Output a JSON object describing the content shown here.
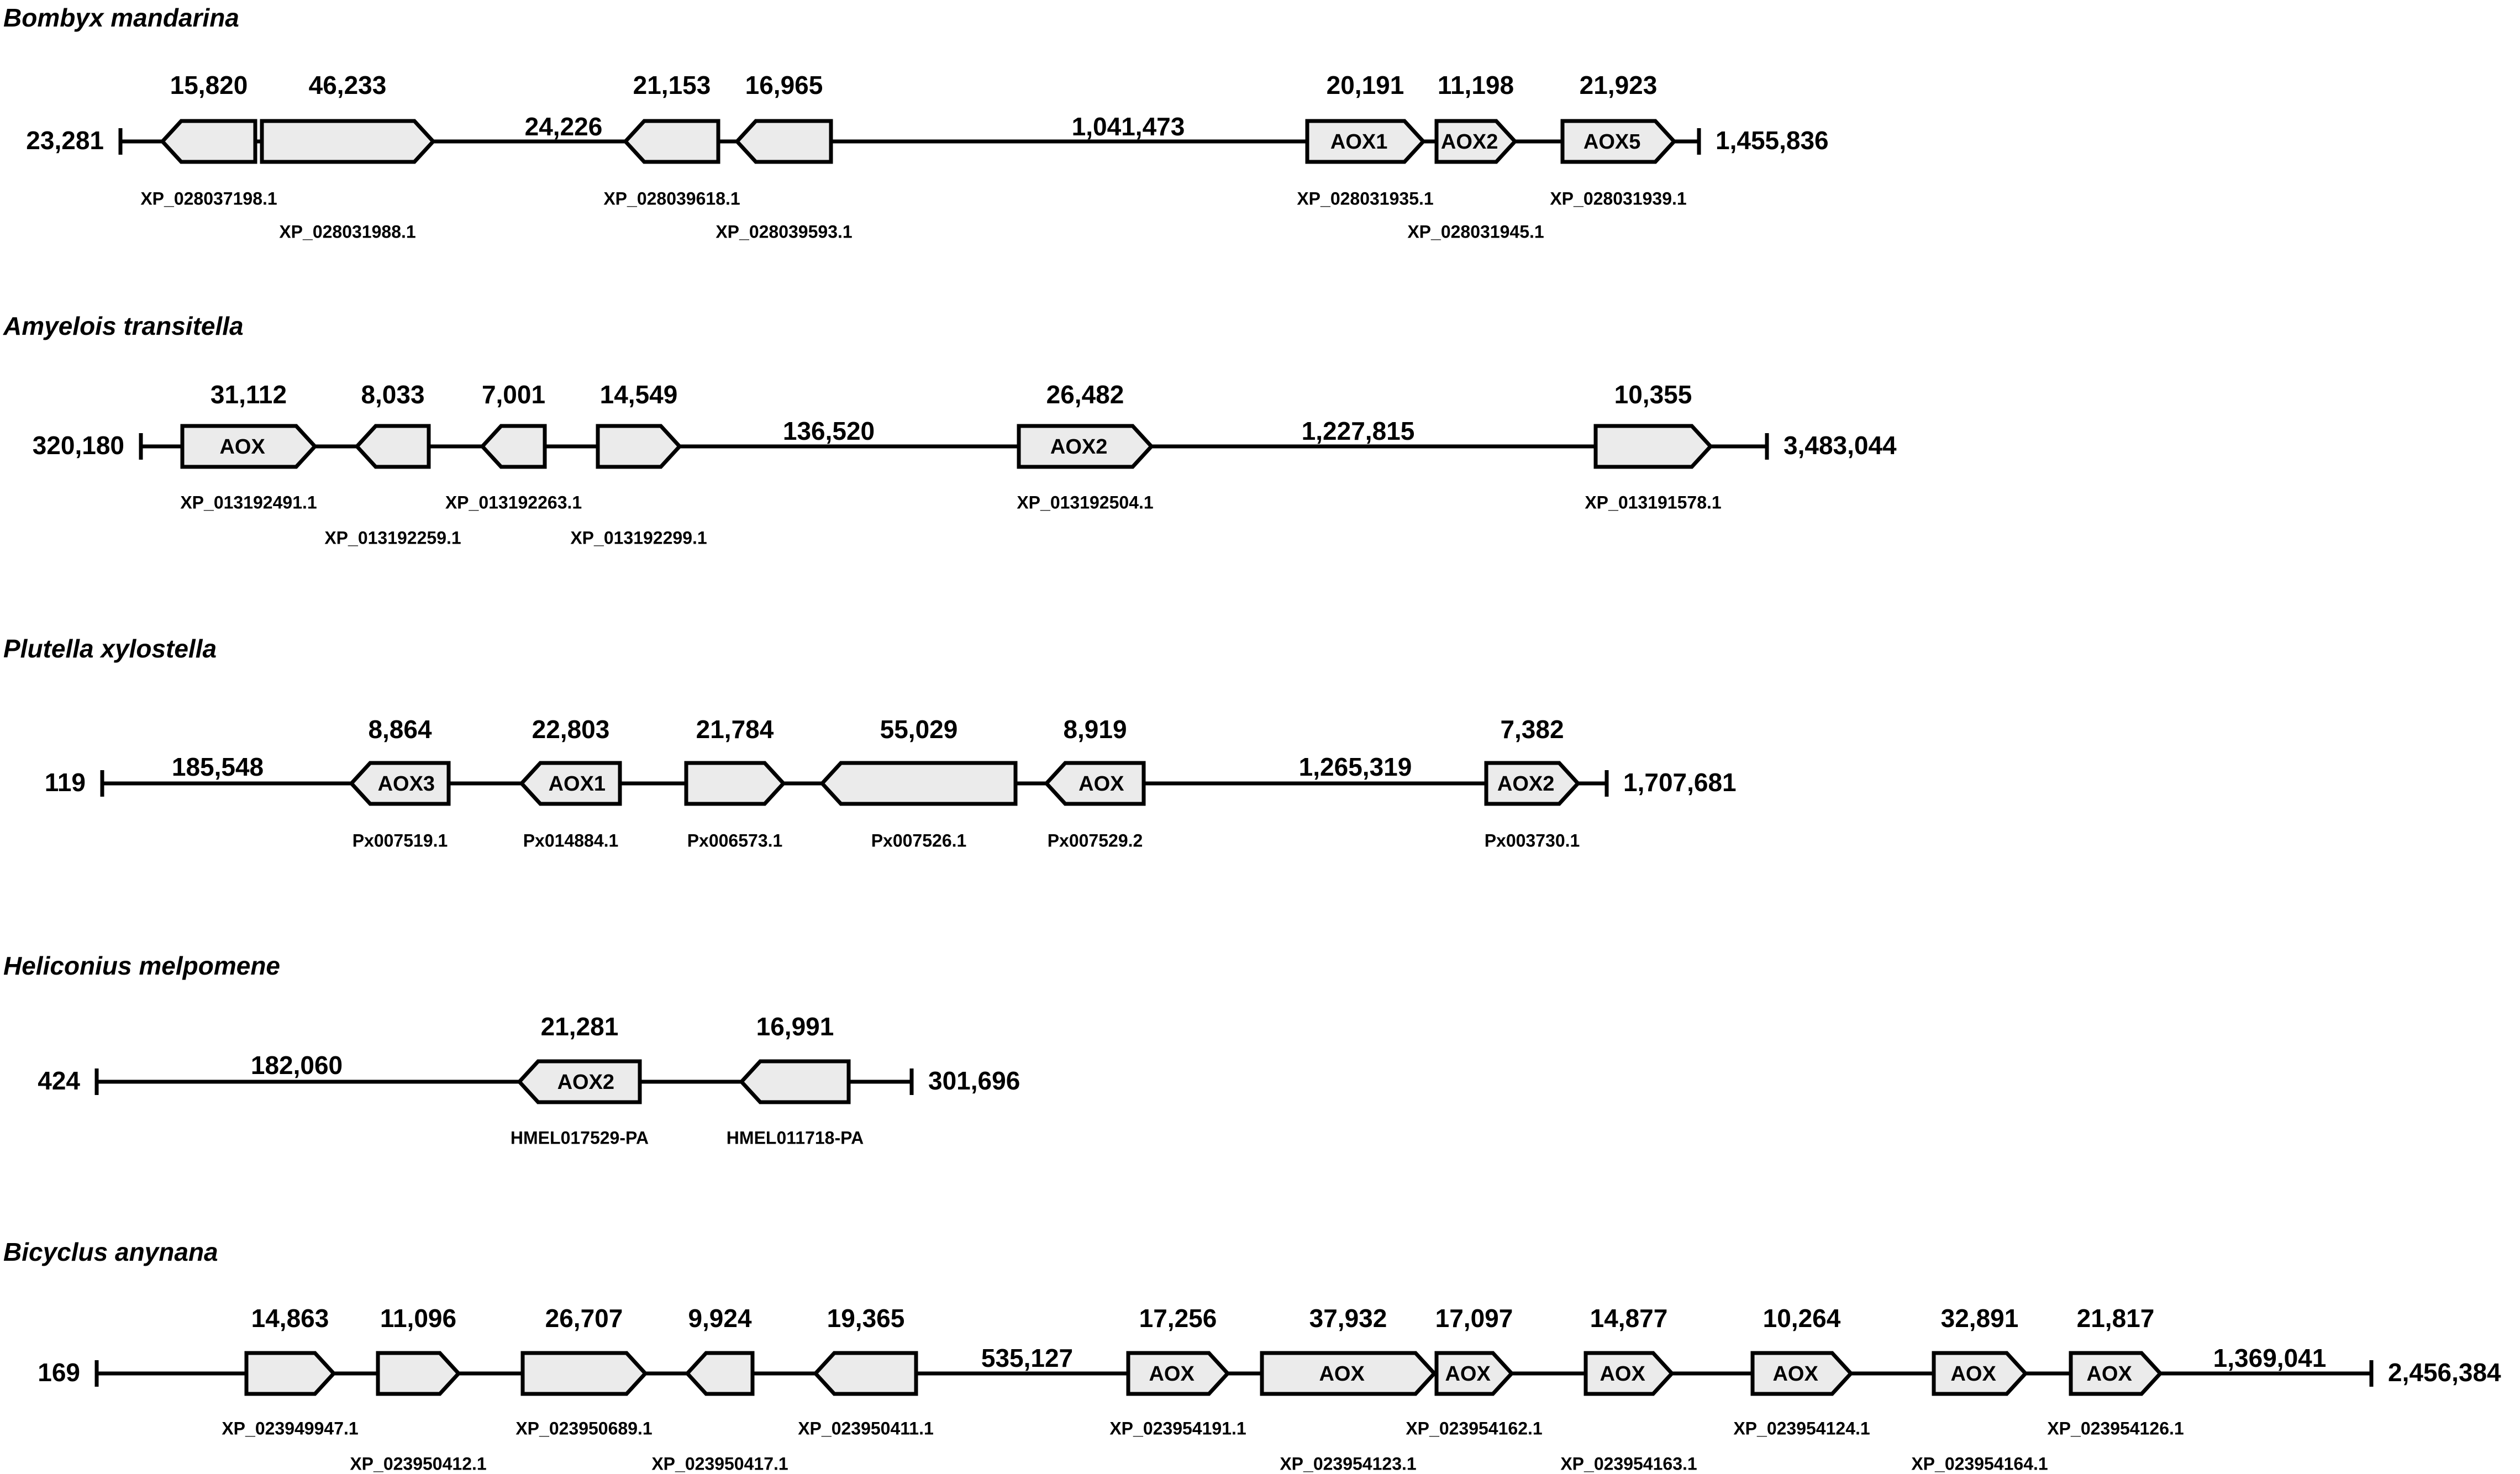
{
  "colors": {
    "gene_fill": "#ebebeb",
    "stroke": "#000000",
    "background": "#ffffff"
  },
  "tracks": [
    {
      "species": "Bombyx mandarina",
      "start": "23,281",
      "end": "1,455,836",
      "genes": [
        {
          "size": "15,820",
          "dir": "left",
          "label": "",
          "accession": "XP_028037198.1"
        },
        {
          "size": "46,233",
          "dir": "right",
          "label": "",
          "accession": "XP_028031988.1"
        },
        {
          "size": "21,153",
          "dir": "left",
          "label": "",
          "accession": "XP_028039618.1"
        },
        {
          "size": "16,965",
          "dir": "left",
          "label": "",
          "accession": "XP_028039593.1"
        },
        {
          "size": "20,191",
          "dir": "right",
          "label": "AOX1",
          "accession": "XP_028031935.1"
        },
        {
          "size": "11,198",
          "dir": "right",
          "label": "AOX2",
          "accession": "XP_028031945.1"
        },
        {
          "size": "21,923",
          "dir": "right",
          "label": "AOX5",
          "accession": "XP_028031939.1"
        }
      ],
      "gaps": [
        "24,226",
        "1,041,473"
      ]
    },
    {
      "species": "Amyelois transitella",
      "start": "320,180",
      "end": "3,483,044",
      "genes": [
        {
          "size": "31,112",
          "dir": "right",
          "label": "AOX",
          "accession": "XP_013192491.1"
        },
        {
          "size": "8,033",
          "dir": "left",
          "label": "",
          "accession": "XP_013192259.1"
        },
        {
          "size": "7,001",
          "dir": "left",
          "label": "",
          "accession": "XP_013192263.1"
        },
        {
          "size": "14,549",
          "dir": "right",
          "label": "",
          "accession": "XP_013192299.1"
        },
        {
          "size": "26,482",
          "dir": "right",
          "label": "AOX2",
          "accession": "XP_013192504.1"
        },
        {
          "size": "10,355",
          "dir": "right",
          "label": "",
          "accession": "XP_013191578.1"
        }
      ],
      "gaps": [
        "136,520",
        "1,227,815"
      ]
    },
    {
      "species": "Plutella xylostella",
      "start": "119",
      "end": "1,707,681",
      "genes": [
        {
          "size": "8,864",
          "dir": "left",
          "label": "AOX3",
          "accession": "Px007519.1"
        },
        {
          "size": "22,803",
          "dir": "left",
          "label": "AOX1",
          "accession": "Px014884.1"
        },
        {
          "size": "21,784",
          "dir": "right",
          "label": "",
          "accession": "Px006573.1"
        },
        {
          "size": "55,029",
          "dir": "left",
          "label": "",
          "accession": "Px007526.1"
        },
        {
          "size": "8,919",
          "dir": "left",
          "label": "AOX",
          "accession": "Px007529.2"
        },
        {
          "size": "7,382",
          "dir": "right",
          "label": "AOX2",
          "accession": "Px003730.1"
        }
      ],
      "gaps": [
        "185,548",
        "1,265,319"
      ]
    },
    {
      "species": "Heliconius melpomene",
      "start": "424",
      "end": "301,696",
      "genes": [
        {
          "size": "21,281",
          "dir": "left",
          "label": "AOX2",
          "accession": "HMEL017529-PA"
        },
        {
          "size": "16,991",
          "dir": "left",
          "label": "",
          "accession": "HMEL011718-PA"
        }
      ],
      "gaps": [
        "182,060"
      ]
    },
    {
      "species": "Bicyclus anynana",
      "start": "169",
      "end": "2,456,384",
      "genes": [
        {
          "size": "14,863",
          "dir": "right",
          "label": "",
          "accession": "XP_023949947.1"
        },
        {
          "size": "11,096",
          "dir": "right",
          "label": "",
          "accession": "XP_023950412.1"
        },
        {
          "size": "26,707",
          "dir": "right",
          "label": "",
          "accession": "XP_023950689.1"
        },
        {
          "size": "9,924",
          "dir": "left",
          "label": "",
          "accession": "XP_023950417.1"
        },
        {
          "size": "19,365",
          "dir": "left",
          "label": "",
          "accession": "XP_023950411.1"
        },
        {
          "size": "17,256",
          "dir": "right",
          "label": "AOX",
          "accession": "XP_023954191.1"
        },
        {
          "size": "37,932",
          "dir": "right",
          "label": "AOX",
          "accession": "XP_023954123.1"
        },
        {
          "size": "17,097",
          "dir": "right",
          "label": "AOX",
          "accession": "XP_023954162.1"
        },
        {
          "size": "14,877",
          "dir": "right",
          "label": "AOX",
          "accession": "XP_023954163.1"
        },
        {
          "size": "10,264",
          "dir": "right",
          "label": "AOX",
          "accession": "XP_023954124.1"
        },
        {
          "size": "32,891",
          "dir": "right",
          "label": "AOX",
          "accession": "XP_023954164.1"
        },
        {
          "size": "21,817",
          "dir": "right",
          "label": "AOX",
          "accession": "XP_023954126.1"
        }
      ],
      "gaps": [
        "535,127",
        "1,369,041"
      ]
    }
  ]
}
